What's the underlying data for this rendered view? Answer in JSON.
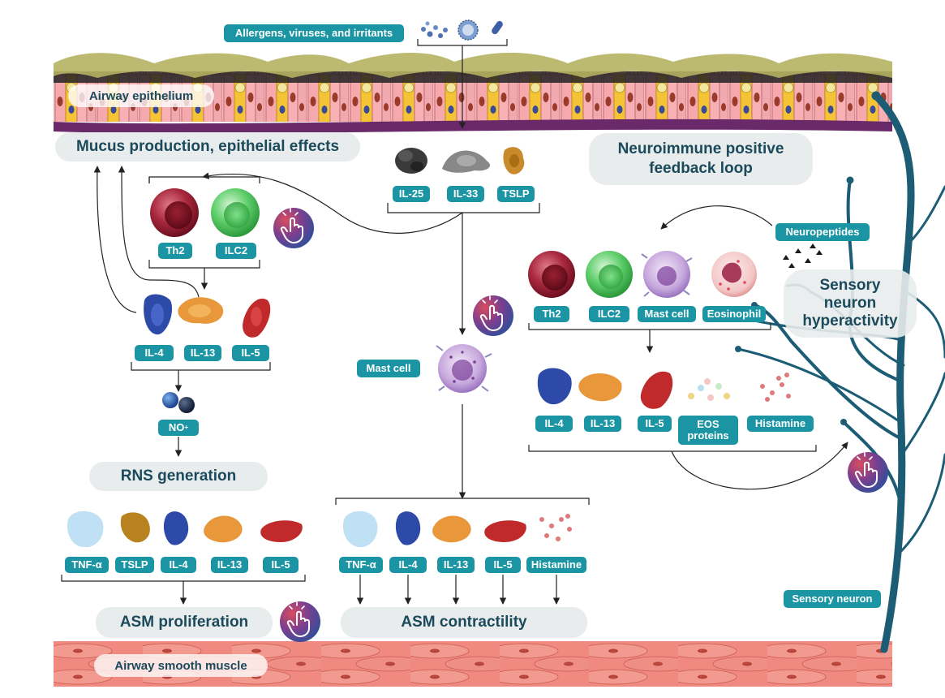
{
  "top": {
    "allergens_label": "Allergens, viruses, and irritants",
    "epithelium_label": "Airway epithelium",
    "mucus_label": "Mucus production, epithelial effects",
    "neuroimmune_label_line1": "Neuroimmune positive",
    "neuroimmune_label_line2": "feedback loop",
    "cytokines": [
      "IL-25",
      "IL-33",
      "TSLP"
    ]
  },
  "left": {
    "cells": [
      "Th2",
      "ILC2"
    ],
    "cytokines": [
      "IL-4",
      "IL-13",
      "IL-5"
    ],
    "no_label": "NO",
    "no_superscript": "+",
    "rns_label": "RNS generation",
    "proliferation_mediators": [
      "TNF-α",
      "TSLP",
      "IL-4",
      "IL-13",
      "IL-5"
    ],
    "asm_proliferation_label": "ASM proliferation"
  },
  "center": {
    "mast_cell_label": "Mast cell",
    "mediators": [
      "TNF-α",
      "IL-4",
      "IL-13",
      "IL-5",
      "Histamine"
    ],
    "asm_contractility_label": "ASM contractility"
  },
  "right": {
    "neuropeptides_label": "Neuropeptides",
    "hyperactivity_line1": "Sensory",
    "hyperactivity_line2": "neuron",
    "hyperactivity_line3": "hyperactivity",
    "cells": [
      "Th2",
      "ILC2",
      "Mast cell",
      "Eosinophil"
    ],
    "mediators": [
      "IL-4",
      "IL-13",
      "IL-5",
      "Histamine"
    ],
    "eos_line1": "EOS",
    "eos_line2": "proteins",
    "sensory_neuron_label": "Sensory neuron"
  },
  "bottom": {
    "smooth_muscle_label": "Airway smooth muscle"
  },
  "colors": {
    "teal_pill": "#1b95a3",
    "gray_pill": "#e9ecec",
    "dark_text": "#1a4a5c",
    "neuron": "#1c5d75",
    "muscle": "#e8847a",
    "basement": "#6a2a6a",
    "mucus": "#b5b160"
  },
  "icons": [
    "touch-hand-icon",
    "mast-cell-icon",
    "th2-cell-icon",
    "ilc2-cell-icon",
    "eosinophil-icon",
    "protein-il4-icon",
    "protein-il13-icon",
    "protein-il5-icon"
  ]
}
